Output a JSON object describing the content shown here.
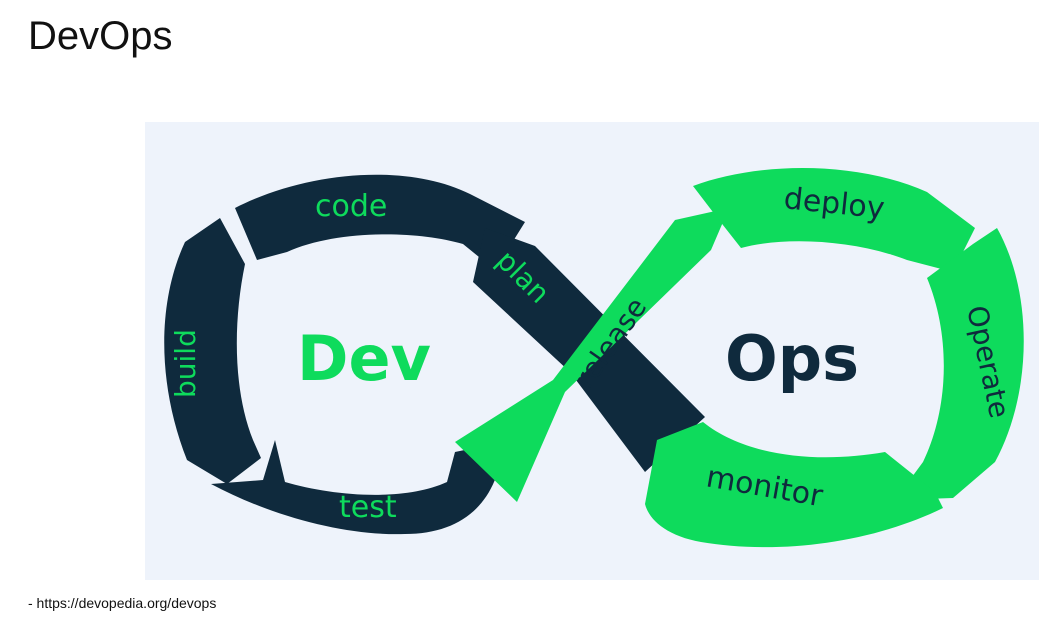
{
  "slide": {
    "title": "DevOps",
    "source": "- https://devopedia.org/devops"
  },
  "diagram": {
    "left_label": "Dev",
    "right_label": "Ops",
    "dev_stages": {
      "code": "code",
      "plan": "plan",
      "build": "build",
      "test": "test"
    },
    "ops_stages": {
      "release": "release",
      "deploy": "deploy",
      "operate": "Operate",
      "monitor": "monitor"
    },
    "colors": {
      "dark": "#0f2a3d",
      "green": "#0edb5c",
      "background": "#eef3fb"
    }
  }
}
